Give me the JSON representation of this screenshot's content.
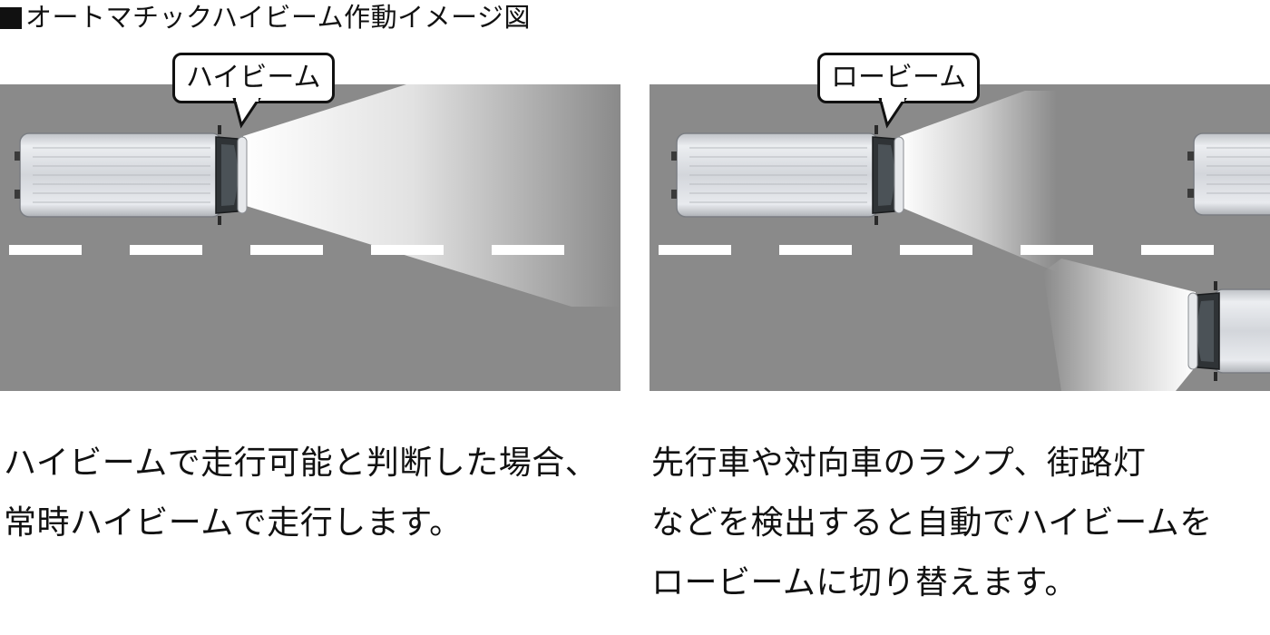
{
  "title": "オートマチックハイビーム作動イメージ図",
  "left": {
    "bubble": "ハイビーム",
    "caption": [
      "ハイビームで走行可能と判断した場合、",
      "常時ハイビームで走行します。"
    ]
  },
  "right": {
    "bubble": "ロービーム",
    "caption": [
      "先行車や対向車のランプ、街路灯",
      "などを検出すると自動でハイビームを",
      "ロービームに切り替えます。"
    ]
  },
  "colors": {
    "road": "#8a8a8a",
    "lane_marking": "#ffffff",
    "light_beam": "#ffffff",
    "van_body": "#d9dbdf"
  }
}
